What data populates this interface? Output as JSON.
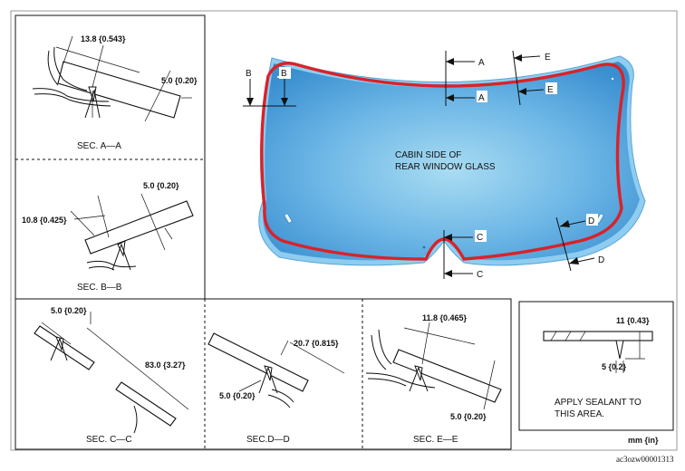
{
  "glass": {
    "note_line1": "CABIN SIDE OF",
    "note_line2": "REAR WINDOW GLASS",
    "colors": {
      "glass_light": "#a9dcf2",
      "glass_dark": "#3a8fd0",
      "sealant": "#d9222a"
    }
  },
  "section_markers": [
    "A",
    "A",
    "B",
    "B",
    "C",
    "C",
    "D",
    "D",
    "E",
    "E"
  ],
  "sections": {
    "a": {
      "caption": "SEC. A—A",
      "dim1": "13.8 {0.543}",
      "dim2": "5.0 {0.20}"
    },
    "b": {
      "caption": "SEC. B—B",
      "dim1": "10.8 {0.425}",
      "dim2": "5.0 {0.20}"
    },
    "c": {
      "caption": "SEC. C—C",
      "dim1": "5.0 {0.20}",
      "dim2": "83.0 {3.27}"
    },
    "d": {
      "caption": "SEC.D—D",
      "dim1": "20.7 {0.815}",
      "dim2": "5.0 {0.20}"
    },
    "e": {
      "caption": "SEC. E—E",
      "dim1": "11.8 {0.465}",
      "dim2": "5.0 {0.20}"
    }
  },
  "legend": {
    "dim_height": "11 {0.43}",
    "dim_width": "5 {0.2}",
    "instruction_line1": "APPLY SEALANT TO",
    "instruction_line2": "THIS AREA."
  },
  "units_label": "mm {in}",
  "figure_id": "ac3ozw00001313"
}
